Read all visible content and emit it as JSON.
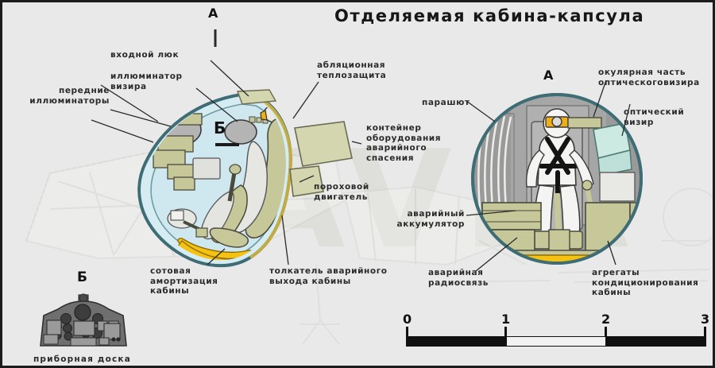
{
  "document": {
    "title": "Отделяемая кабина-капсула",
    "background_color": "#e9e9e9",
    "border_color": "#1c1c1c",
    "accent_colors": {
      "capsule_shell": "#3f6d75",
      "interior_side": "#cfe7ef",
      "interior_front": "#9a9a9a",
      "equipment": "#c6c89a",
      "honeycomb_yellow": "#f5c211",
      "suit_white": "#f4f4f2",
      "harness_black": "#1a1a1a",
      "visor_yellow": "#f0ae15",
      "optics_mint": "#cdeae2"
    }
  },
  "section_markers": {
    "a_left": "А",
    "a_right": "А",
    "b_capsule": "Б",
    "b_panel": "Б"
  },
  "labels": {
    "front_portholes": "передние\nиллюминаторы",
    "entry_hatch": "входной люк",
    "sight_porthole": "иллюминатор\nвизира",
    "ablative_shield": "абляционная\nтеплозащита",
    "rescue_container": "контейнер\nоборудования\nаварийного\nспасения",
    "powder_engine": "пороховой\nдвигатель",
    "honeycomb_damping": "сотовая\nамортизация\nкабины",
    "ejection_pusher": "толкатель аварийного\nвыхода кабины",
    "parachute": "парашют",
    "eyepiece_optical_sight": "окулярная часть\nоптическоговизира",
    "optical_sight": "оптический\nвизир",
    "emergency_battery": "аварийный\nаккумулятор",
    "emergency_radio": "аварийная\nрадиосвязь",
    "cabin_conditioning": "агрегаты\nкондиционирования\nкабины",
    "instrument_panel": "приборная доска"
  },
  "scale_bar": {
    "unit_ticks": [
      "0",
      "1",
      "2",
      "3"
    ],
    "segments": [
      "black",
      "white",
      "black"
    ]
  },
  "watermark": {
    "text": "AVIA"
  }
}
